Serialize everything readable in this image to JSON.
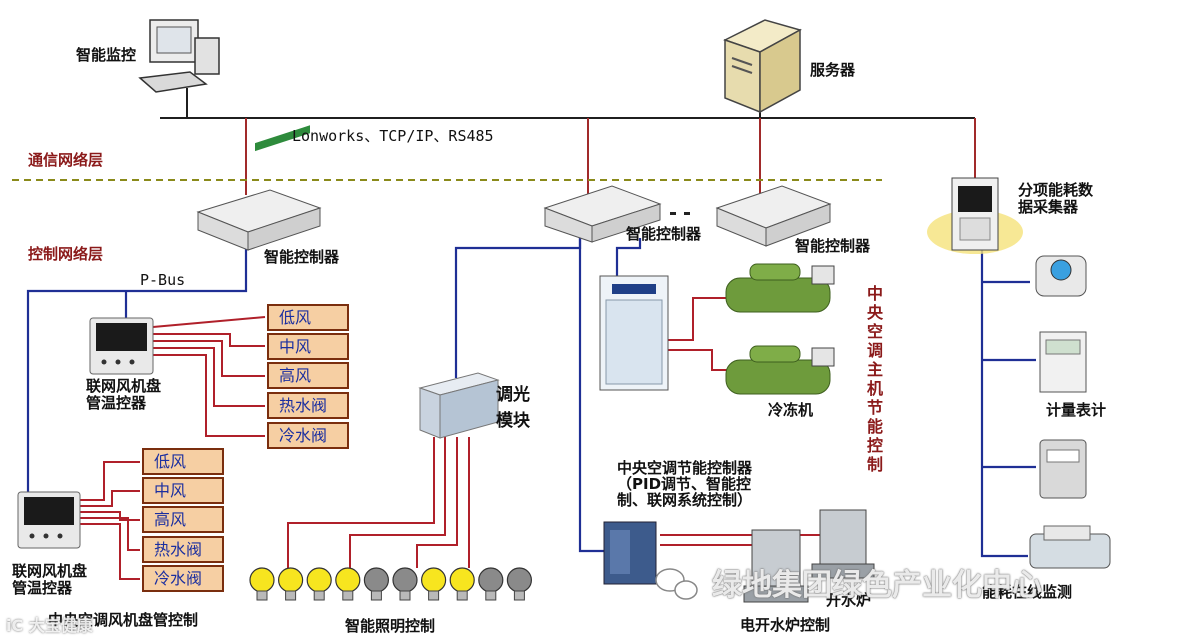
{
  "colors": {
    "bus": "#1f2f95",
    "relay": "#b0202a",
    "layer_text": "#8b1a1a",
    "box_fill": "#f6cfa3",
    "box_text": "#1b2fa0",
    "device_green": "#6e9b3c"
  },
  "labels": {
    "smart_monitor": "智能监控",
    "server": "服务器",
    "protocols": "Lonworks、TCP/IP、RS485",
    "comm_layer": "通信网络层",
    "control_layer": "控制网络层",
    "pbus": "P-Bus",
    "controller_1": "智能控制器",
    "controller_2": "智能控制器",
    "controller_3": "智能控制器",
    "dimmer": "调光\n模块",
    "chiller": "冷冻机",
    "central_ac_vertical": "中央空调主机节能控制",
    "central_controller": "中央空调节能控制器\n（PID调节、智能控\n制、联网系统控制）",
    "data_collector": "分项能耗数\n据采集器",
    "meter": "计量表计",
    "fcu_1": "联网风机盘\n管温控器",
    "fcu_2": "联网风机盘\n管温控器",
    "footer_fcu": "中央空调风机盘管控制",
    "footer_lighting": "智能照明控制",
    "footer_boiler": "电开水炉控制",
    "boiler": "开水炉",
    "energy_online": "能耗在线监测",
    "watermark": "绿地集团绿色产业化中心",
    "watermark_small": "iC 大宝健康"
  },
  "fcu_outputs_1": [
    "低风",
    "中风",
    "高风",
    "热水阀",
    "冷水阀"
  ],
  "fcu_outputs_2": [
    "低风",
    "中风",
    "高风",
    "热水阀",
    "冷水阀"
  ],
  "lamps": [
    "on",
    "on",
    "on",
    "on",
    "off",
    "off",
    "on",
    "on",
    "off",
    "off"
  ],
  "icons": {
    "pc": "desktop-computer-icon",
    "server": "server-tower-icon",
    "controller": "controller-module-icon",
    "thermostat": "thermostat-panel-icon",
    "dimmer": "dimmer-module-icon",
    "cabinet": "control-cabinet-icon",
    "chiller": "chiller-unit-icon",
    "collector": "data-collector-icon",
    "water_meter": "water-meter-icon",
    "electric_meter": "electric-meter-icon",
    "gas_meter": "gas-meter-icon",
    "flow_meter": "flow-meter-icon",
    "boiler": "water-boiler-icon",
    "lamp": "light-bulb-icon",
    "wechat": "wechat-icon"
  }
}
